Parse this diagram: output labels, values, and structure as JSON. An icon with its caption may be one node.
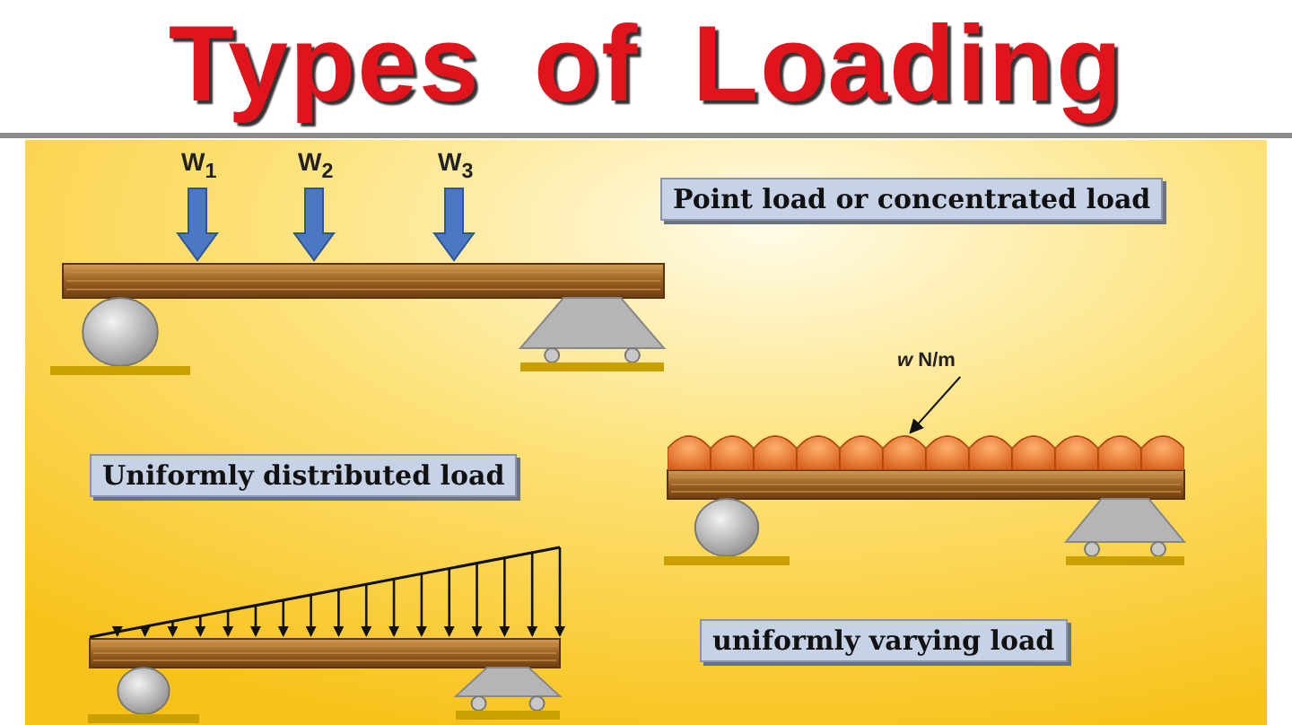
{
  "diagram": {
    "title": "Types of Loading",
    "nodes": [
      {
        "text": [
          "*w* N/m"
        ]
      },
      {
        "text": [],
        "shape": "picture"
      }
    ],
    "edges": [
      {
        "from": 0,
        "to": 1,
        "arrow": "to"
      }
    ],
    "labels": [
      "W$_{1}$",
      "W$_{2}$",
      "W$_{3}$",
      "Point load or concentrated load",
      "Uniformly distributed load",
      "uniformly varying load"
    ]
  }
}
